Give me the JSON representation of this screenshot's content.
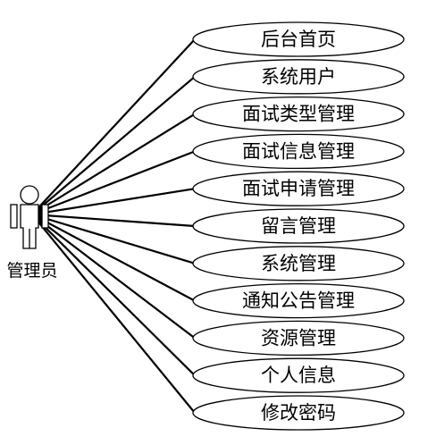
{
  "actor": {
    "label": "管理员",
    "icon": "stick-figure-actor-icon"
  },
  "use_cases": [
    {
      "id": "home",
      "label": "后台首页"
    },
    {
      "id": "system-users",
      "label": "系统用户"
    },
    {
      "id": "interview-type-mgmt",
      "label": "面试类型管理"
    },
    {
      "id": "interview-info-mgmt",
      "label": "面试信息管理"
    },
    {
      "id": "interview-application-mgmt",
      "label": "面试申请管理"
    },
    {
      "id": "message-mgmt",
      "label": "留言管理"
    },
    {
      "id": "system-mgmt",
      "label": "系统管理"
    },
    {
      "id": "notice-mgmt",
      "label": "通知公告管理"
    },
    {
      "id": "resource-mgmt",
      "label": "资源管理"
    },
    {
      "id": "personal-info",
      "label": "个人信息"
    },
    {
      "id": "change-password",
      "label": "修改密码"
    }
  ]
}
